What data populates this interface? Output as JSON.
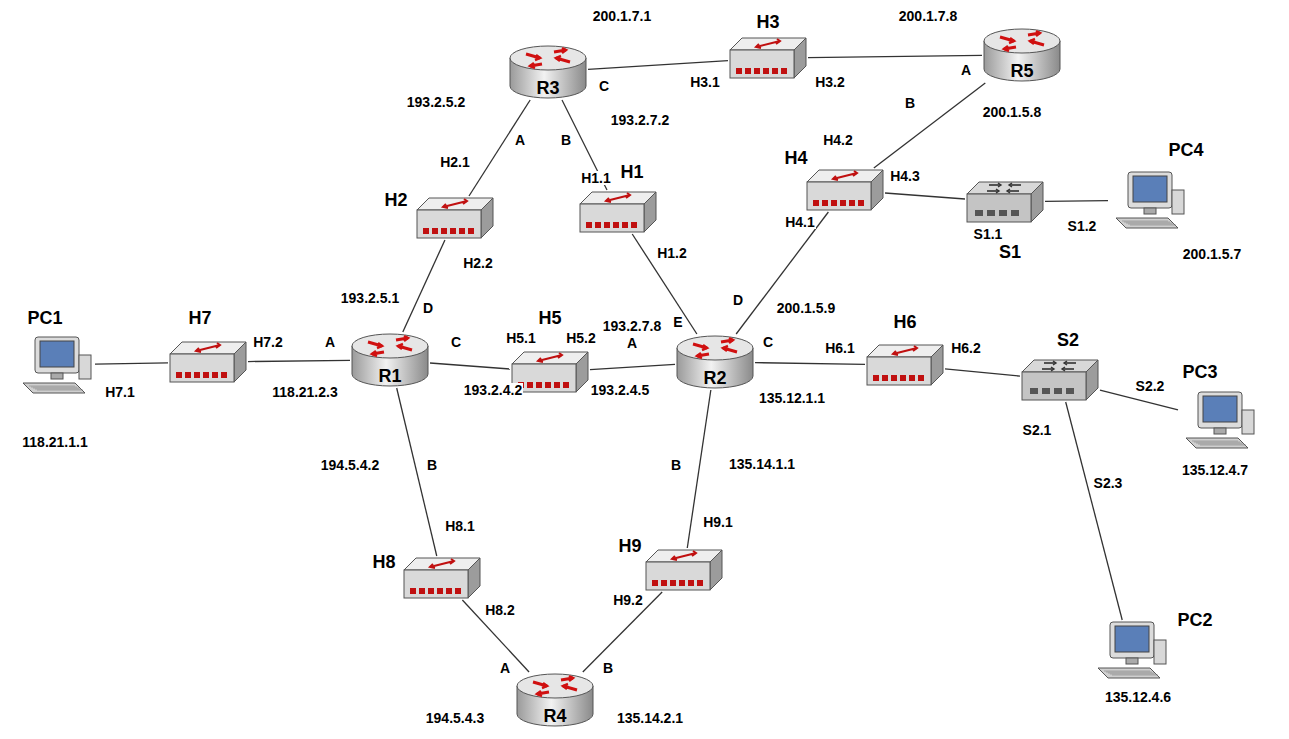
{
  "diagram": {
    "nodes": [
      {
        "text": [
          "R3"
        ]
      },
      {
        "text": [
          "H3"
        ]
      },
      {
        "text": [
          "R5"
        ]
      },
      {
        "text": [
          "H2"
        ]
      },
      {
        "text": [
          "H1"
        ]
      },
      {
        "text": [
          "H4"
        ]
      },
      {
        "text": [
          "S1"
        ]
      },
      {
        "text": [
          "PC4"
        ]
      },
      {
        "text": [
          "PC1"
        ]
      },
      {
        "text": [
          "H7"
        ]
      },
      {
        "text": [
          "R1"
        ]
      },
      {
        "text": [
          "H5"
        ]
      },
      {
        "text": [
          "R2"
        ]
      },
      {
        "text": [
          "H6"
        ]
      },
      {
        "text": [
          "S2"
        ]
      },
      {
        "text": [
          "PC3"
        ]
      },
      {
        "text": [
          "PC2"
        ]
      },
      {
        "text": [
          "H8"
        ]
      },
      {
        "text": [
          "H9"
        ]
      },
      {
        "text": [
          "R4"
        ]
      }
    ],
    "edges": [
      {
        "from": 8,
        "to": 9,
        "arrow": "none"
      },
      {
        "from": 9,
        "to": 10,
        "arrow": "none"
      },
      {
        "from": 10,
        "to": 3,
        "arrow": "none"
      },
      {
        "from": 3,
        "to": 0,
        "arrow": "none"
      },
      {
        "from": 0,
        "to": 1,
        "arrow": "none"
      },
      {
        "from": 1,
        "to": 2,
        "arrow": "none"
      },
      {
        "from": 0,
        "to": 4,
        "arrow": "none"
      },
      {
        "from": 4,
        "to": 12,
        "arrow": "none"
      },
      {
        "from": 2,
        "to": 5,
        "arrow": "none"
      },
      {
        "from": 5,
        "to": 6,
        "arrow": "none"
      },
      {
        "from": 6,
        "to": 7,
        "arrow": "none"
      },
      {
        "from": 5,
        "to": 12,
        "arrow": "none"
      },
      {
        "from": 10,
        "to": 11,
        "arrow": "none"
      },
      {
        "from": 11,
        "to": 12,
        "arrow": "none"
      },
      {
        "from": 12,
        "to": 13,
        "arrow": "none"
      },
      {
        "from": 13,
        "to": 14,
        "arrow": "none"
      },
      {
        "from": 14,
        "to": 15,
        "arrow": "none"
      },
      {
        "from": 14,
        "to": 16,
        "arrow": "none"
      },
      {
        "from": 10,
        "to": 17,
        "arrow": "none"
      },
      {
        "from": 17,
        "to": 19,
        "arrow": "none"
      },
      {
        "from": 19,
        "to": 18,
        "arrow": "none"
      },
      {
        "from": 18,
        "to": 12,
        "arrow": "none"
      }
    ],
    "labels": [
      "200.1.7.1",
      "200.1.7.8",
      "C",
      "H3.1",
      "H3.2",
      "A",
      "B",
      "200.1.5.8",
      "193.2.5.2",
      "A",
      "B",
      "193.2.7.2",
      "H2.1",
      "H1.1",
      "H4.2",
      "H4.3",
      "H4.1",
      "S1.1",
      "S1.2",
      "200.1.5.7",
      "H2.2",
      "193.2.5.1",
      "D",
      "H1.2",
      "193.2.7.8",
      "E",
      "D",
      "200.1.5.9",
      "H7.2",
      "A",
      "C",
      "H5.1",
      "H5.2",
      "A",
      "C",
      "H6.1",
      "H6.2",
      "S2.2",
      "S2.1",
      "H7.1",
      "118.21.2.3",
      "193.2.4.2",
      "193.2.4.5",
      "135.12.1.1",
      "135.12.4.7",
      "118.21.1.1",
      "194.5.4.2",
      "B",
      "B",
      "135.14.1.1",
      "S2.3",
      "H8.1",
      "H9.1",
      "H9.2",
      "H8.2",
      "A",
      "B",
      "194.5.4.3",
      "135.14.2.1",
      "135.12.4.6"
    ]
  }
}
